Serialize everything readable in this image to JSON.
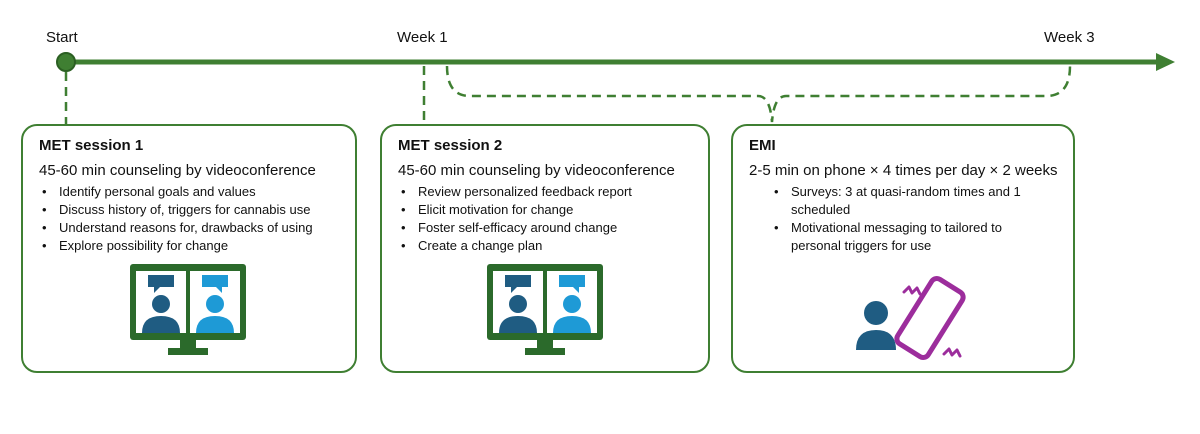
{
  "timeline": {
    "labels": {
      "start": "Start",
      "week1": "Week 1",
      "week3": "Week 3"
    }
  },
  "colors": {
    "line_green": "#3f7f32",
    "monitor_green": "#2b6a2b",
    "person_dark": "#1f5c82",
    "person_light": "#1e9ad6",
    "phone_purple": "#9c2d9c"
  },
  "boxes": {
    "met1": {
      "title": "MET session 1",
      "subtitle": "45-60 min counseling by videoconference",
      "bullets": [
        "Identify personal goals and values",
        "Discuss history of, triggers for cannabis use",
        "Understand reasons for, drawbacks of using",
        "Explore possibility for change"
      ],
      "icon": "videoconference-monitor-icon"
    },
    "met2": {
      "title": "MET session 2",
      "subtitle": "45-60 min counseling by videoconference",
      "bullets": [
        "Review personalized feedback report",
        "Elicit motivation for change",
        "Foster self-efficacy around change",
        "Create a change plan"
      ],
      "icon": "videoconference-monitor-icon"
    },
    "emi": {
      "title": "EMI",
      "subtitle": "2-5 min on phone × 4 times per day × 2 weeks",
      "bullets": [
        "Surveys: 3 at quasi-random times and 1 scheduled",
        "Motivational messaging to tailored to personal triggers for use"
      ],
      "icon": "person-with-vibrating-phone-icon"
    }
  }
}
